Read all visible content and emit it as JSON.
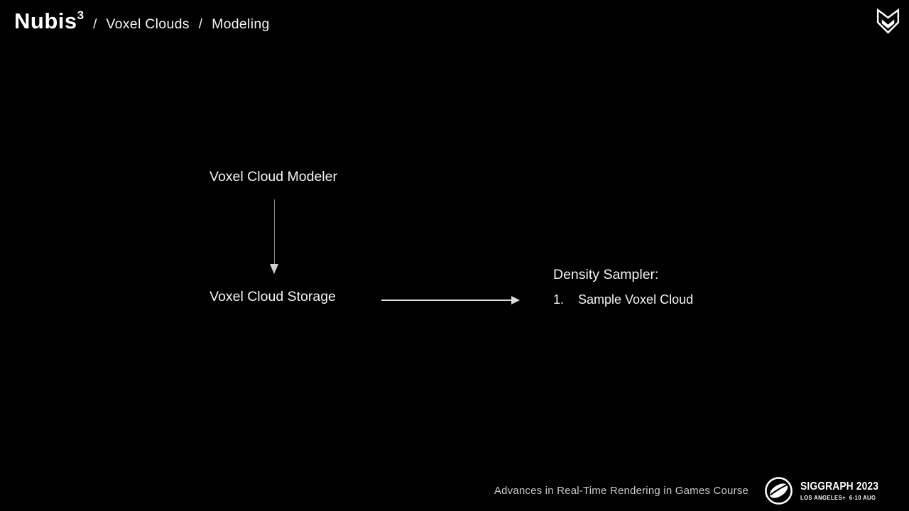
{
  "colors": {
    "background": "#000000",
    "text_primary": "#f5f5f5",
    "text_secondary": "#cbcbcb",
    "arrow_vertical": "#8f8f8f",
    "arrow_vertical_head": "#d0d0d0",
    "arrow_horizontal": "#dcdcdc",
    "logo": "#ffffff"
  },
  "header": {
    "title": "Nubis",
    "title_exponent": "3",
    "separator": "/",
    "breadcrumbs": [
      {
        "label": "Voxel Clouds"
      },
      {
        "label": "Modeling"
      }
    ],
    "logo_icon": "guerrilla-games-logo"
  },
  "diagram": {
    "modeler": {
      "label": "Voxel Cloud Modeler"
    },
    "storage": {
      "label": "Voxel Cloud Storage"
    },
    "arrows": [
      {
        "name": "modeler-to-storage",
        "direction": "down"
      },
      {
        "name": "storage-to-sampler",
        "direction": "right"
      }
    ],
    "sampler": {
      "title": "Density Sampler:",
      "steps": [
        {
          "number": "1.",
          "label": "Sample Voxel Cloud"
        }
      ]
    }
  },
  "footer": {
    "course": "Advances in Real-Time Rendering in Games Course",
    "conference": {
      "logo_icon": "siggraph-logo",
      "name": "SIGGRAPH 2023",
      "details": "LOS ANGELES+  6-10 AUG"
    }
  }
}
